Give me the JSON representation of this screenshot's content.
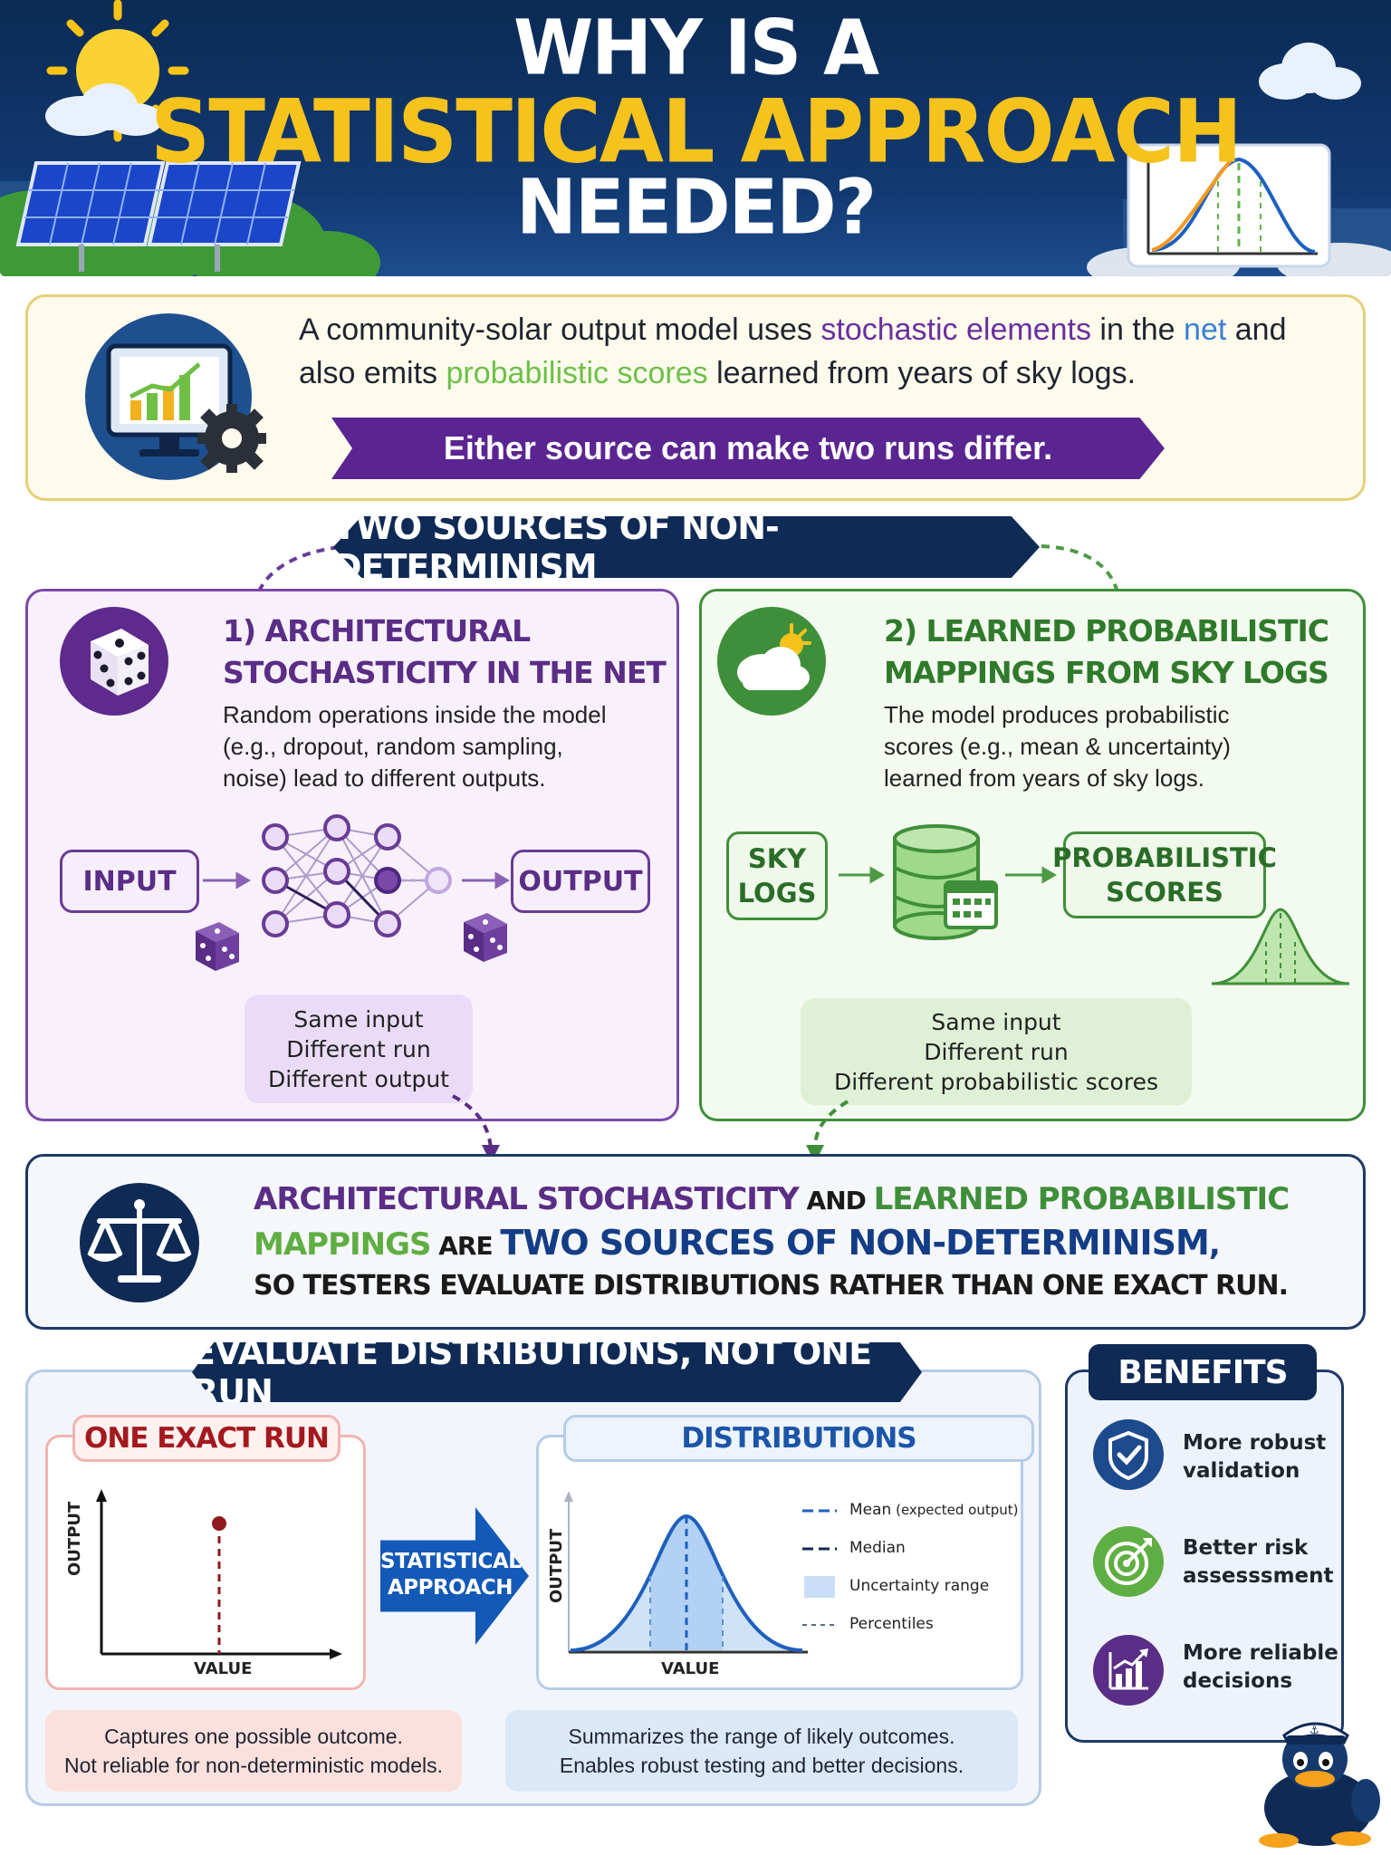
{
  "header": {
    "title_line1": "WHY IS A",
    "title_line2": "STATISTICAL APPROACH",
    "title_line3": "NEEDED?"
  },
  "intro": {
    "p1": "A community-solar output model uses ",
    "kw1": "stochastic elements",
    "p2": " in the ",
    "kw2": "net",
    "p3": " and also emits ",
    "kw3": "probabilistic scores",
    "p4": " learned from years of sky logs.",
    "banner": "Either source can make two runs differ."
  },
  "section": {
    "title": "TWO SOURCES OF NON-DETERMINISM"
  },
  "left_panel": {
    "title_line1": "1) ARCHITECTURAL",
    "title_line2": "STOCHASTICITY IN THE NET",
    "desc_line1": "Random operations inside the model",
    "desc_line2": "(e.g., dropout, random sampling,",
    "desc_line3": "noise) lead to different outputs.",
    "input_label": "INPUT",
    "output_label": "OUTPUT",
    "note_line1": "Same input",
    "note_line2": "Different run",
    "note_line3": "Different output"
  },
  "right_panel": {
    "title_line1": "2) LEARNED PROBABILISTIC",
    "title_line2": "MAPPINGS FROM SKY LOGS",
    "desc_line1": "The model produces probabilistic",
    "desc_line2": "scores (e.g., mean & uncertainty)",
    "desc_line3": "learned from years of sky logs.",
    "sky_line1": "SKY",
    "sky_line2": "LOGS",
    "scores_line1": "PROBABILISTIC",
    "scores_line2": "SCORES",
    "note_line1": "Same input",
    "note_line2": "Different run",
    "note_line3": "Different probabilistic scores"
  },
  "conclusion": {
    "a1": "ARCHITECTURAL STOCHASTICITY",
    "a2": " AND ",
    "a3": "LEARNED PROBABILISTIC",
    "b1": "MAPPINGS",
    "b2": " ARE ",
    "b3": "TWO SOURCES OF NON-DETERMINISM",
    "b4": ",",
    "c1": "SO TESTERS EVALUATE DISTRIBUTIONS RATHER THAN ONE EXACT RUN."
  },
  "evaluate": {
    "title": "EVALUATE DISTRIBUTIONS, NOT ONE RUN",
    "one_run_title": "ONE EXACT RUN",
    "dist_title": "DISTRIBUTIONS",
    "y_label": "OUTPUT",
    "x_label": "VALUE",
    "arrow_line1": "STATISTICAL",
    "arrow_line2": "APPROACH",
    "legend_mean": "Mean",
    "legend_mean_note": " (expected output)",
    "legend_median": "Median",
    "legend_uncertainty": "Uncertainty range",
    "legend_percentiles": "Percentiles",
    "cap_one_line1": "Captures one possible outcome.",
    "cap_one_line2": "Not reliable for non-deterministic models.",
    "cap_dist_line1": "Summarizes the range of likely outcomes.",
    "cap_dist_line2": "Enables robust testing and better decisions."
  },
  "benefits": {
    "title": "BENEFITS",
    "items": [
      {
        "line1": "More robust",
        "line2": "validation",
        "icon": "shield-check-icon"
      },
      {
        "line1": "Better risk",
        "line2": "assesssment",
        "icon": "target-icon"
      },
      {
        "line1": "More reliable",
        "line2": "decisions",
        "icon": "bar-chart-up-icon"
      }
    ]
  },
  "colors": {
    "navy": "#0f2a55",
    "purple": "#5b2591",
    "green": "#3f8f3a",
    "gold": "#f6c21c",
    "red": "#a3191e",
    "blue": "#1359b8"
  }
}
